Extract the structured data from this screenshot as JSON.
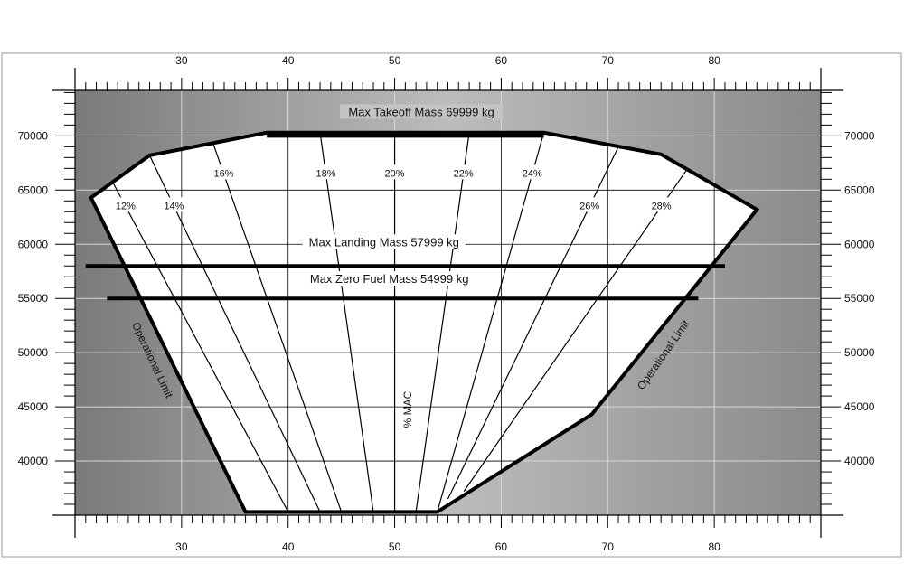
{
  "chart_data": {
    "type": "line",
    "title": "",
    "xlabel": "",
    "ylabel": "",
    "xlim": [
      20,
      90
    ],
    "ylim": [
      35000,
      74200
    ],
    "x_ticks": [
      "30",
      "40",
      "50",
      "60",
      "70",
      "80"
    ],
    "y_ticks": [
      "70000",
      "65000",
      "60000",
      "55000",
      "50000",
      "45000",
      "40000"
    ],
    "envelope": [
      {
        "x": 21.5,
        "y": 64300
      },
      {
        "x": 27.0,
        "y": 68200
      },
      {
        "x": 38.0,
        "y": 70300
      },
      {
        "x": 64.0,
        "y": 70300
      },
      {
        "x": 75.0,
        "y": 68300
      },
      {
        "x": 84.0,
        "y": 63200
      },
      {
        "x": 68.5,
        "y": 44300
      },
      {
        "x": 54.0,
        "y": 35300
      },
      {
        "x": 36.0,
        "y": 35300
      }
    ],
    "mac_lines": [
      {
        "label": "12%",
        "top": {
          "x": 23.5,
          "y": 65800
        },
        "bottom": {
          "x": 40.0,
          "y": 35300
        }
      },
      {
        "label": "14%",
        "top": {
          "x": 27.0,
          "y": 68200
        },
        "bottom": {
          "x": 43.0,
          "y": 35300
        }
      },
      {
        "label": "16%",
        "top": {
          "x": 33.0,
          "y": 69200
        },
        "bottom": {
          "x": 45.0,
          "y": 35300
        }
      },
      {
        "label": "18%",
        "top": {
          "x": 43.0,
          "y": 70300
        },
        "bottom": {
          "x": 48.0,
          "y": 35300
        }
      },
      {
        "label": "20%",
        "top": {
          "x": 50.0,
          "y": 70300
        },
        "bottom": {
          "x": 50.0,
          "y": 35300
        }
      },
      {
        "label": "22%",
        "top": {
          "x": 57.0,
          "y": 70300
        },
        "bottom": {
          "x": 52.0,
          "y": 35300
        }
      },
      {
        "label": "24%",
        "top": {
          "x": 64.0,
          "y": 70300
        },
        "bottom": {
          "x": 54.0,
          "y": 35300
        }
      },
      {
        "label": "26%",
        "top": {
          "x": 71.0,
          "y": 69000
        },
        "bottom": {
          "x": 55.0,
          "y": 36500
        }
      },
      {
        "label": "28%",
        "top": {
          "x": 77.5,
          "y": 67000
        },
        "bottom": {
          "x": 56.5,
          "y": 37200
        }
      }
    ],
    "horizontal_limits": [
      {
        "label": "Max Takeoff Mass 69999 kg",
        "y": 69999,
        "x_from": 38.0,
        "x_to": 64.0
      },
      {
        "label": "Max Landing Mass 57999 kg",
        "y": 57999,
        "x_from": 21.0,
        "x_to": 81.0
      },
      {
        "label": "Max Zero Fuel Mass 54999 kg",
        "y": 54999,
        "x_from": 23.0,
        "x_to": 78.5
      }
    ],
    "side_labels": {
      "left": "Operational Limit",
      "right": "Operational Limit",
      "center": "% MAC"
    },
    "colors": {
      "outside_gray_dark": "#7c7c7c",
      "outside_gray_light": "#bdbdbd",
      "envelope_fill": "#ffffff",
      "line": "#000000"
    }
  }
}
